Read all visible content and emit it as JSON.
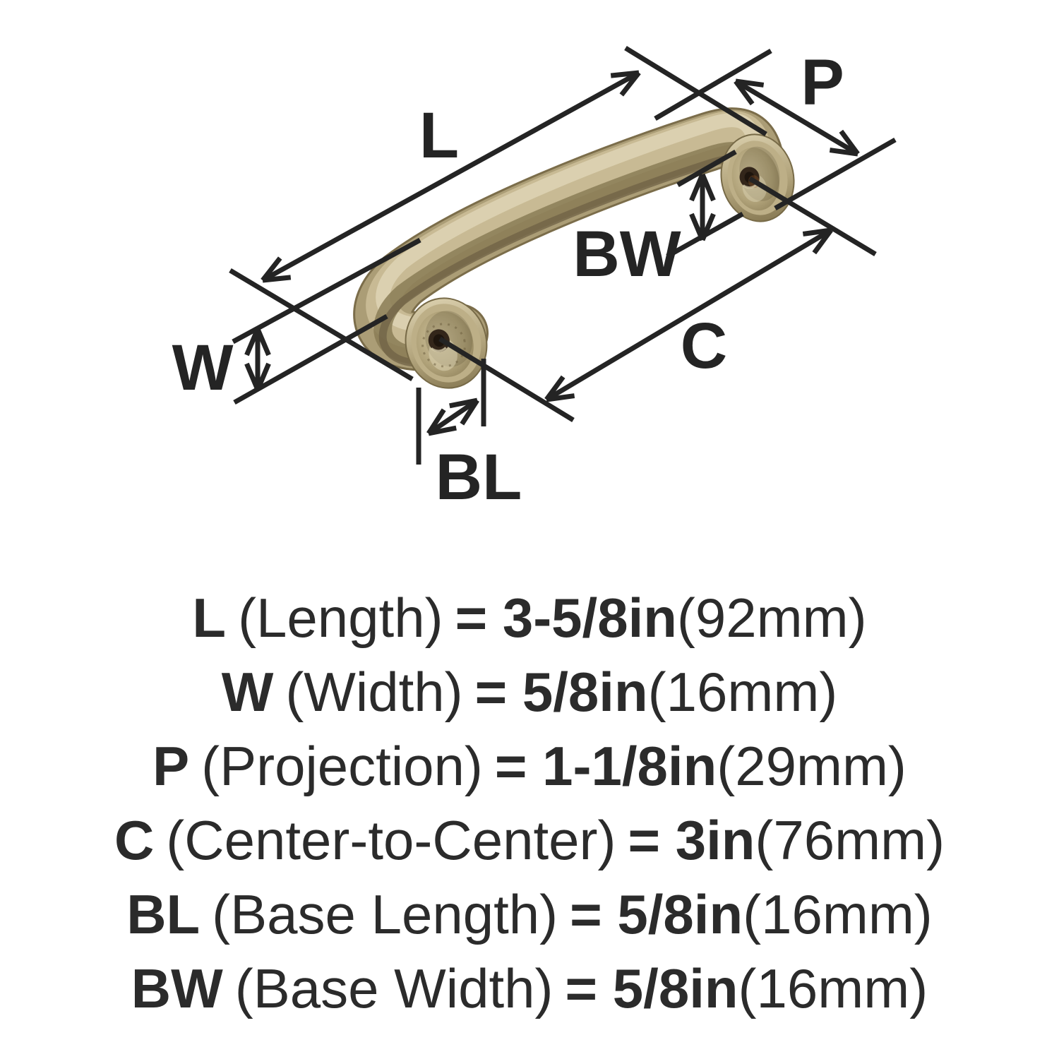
{
  "diagram": {
    "description": "Cabinet pull handle dimension diagram",
    "handle_finish_color": "#b0a179",
    "line_color": "#242424",
    "dim_labels": {
      "L": "L",
      "W": "W",
      "P": "P",
      "C": "C",
      "BL": "BL",
      "BW": "BW"
    }
  },
  "specs": {
    "rows": [
      {
        "code": "L",
        "name": "(Length)",
        "eq_value": "= 3-5/8in",
        "metric": "(92mm)"
      },
      {
        "code": "W",
        "name": "(Width)",
        "eq_value": "= 5/8in",
        "metric": "(16mm)"
      },
      {
        "code": "P",
        "name": "(Projection)",
        "eq_value": "= 1-1/8in",
        "metric": "(29mm)"
      },
      {
        "code": "C",
        "name": "(Center-to-Center)",
        "eq_value": "= 3in",
        "metric": "(76mm)"
      },
      {
        "code": "BL",
        "name": "(Base Length)",
        "eq_value": "= 5/8in",
        "metric": "(16mm)"
      },
      {
        "code": "BW",
        "name": "(Base Width)",
        "eq_value": "= 5/8in",
        "metric": "(16mm)"
      }
    ]
  }
}
